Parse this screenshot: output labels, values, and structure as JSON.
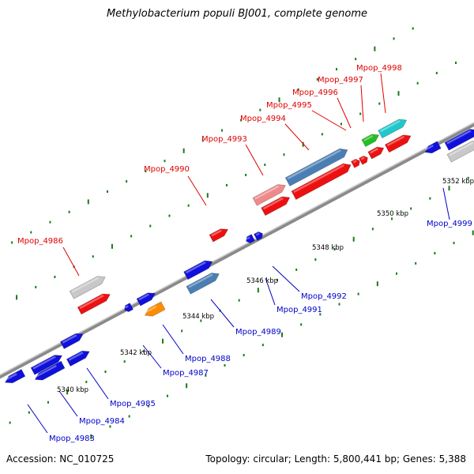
{
  "title": "Methylobacterium populi BJ001, complete genome",
  "footer": {
    "accession": "Accession: NC_010725",
    "topology": "Topology: circular; Length: 5,800,441 bp; Genes: 5,388"
  },
  "colors": {
    "backbone": "#8a8a8a",
    "ticks": "#1a7a1a",
    "label_top": "#e00000",
    "label_bottom": "#0000cc",
    "blue": "#1010dd",
    "red": "#ee1010",
    "gray": "#c8c8c8",
    "steel": "#4a7fb5",
    "pink": "#f08a8a",
    "orange": "#ff8c00",
    "green": "#22c022",
    "cyan": "#20c8cc"
  },
  "scale_labels": [
    "5340 kbp",
    "5342 kbp",
    "5344 kbp",
    "5346 kbp",
    "5348 kbp",
    "5350 kbp",
    "5352 kbp"
  ],
  "genes": [
    {
      "strand": "minus",
      "color": "blue"
    },
    {
      "strand": "minus",
      "color": "blue"
    },
    {
      "strand": "plus",
      "color": "blue"
    },
    {
      "strand": "plus",
      "color": "blue"
    },
    {
      "strand": "plus",
      "color": "blue"
    },
    {
      "strand": "plus",
      "color": "gray"
    },
    {
      "strand": "plus",
      "color": "red"
    },
    {
      "strand": "minus",
      "color": "blue"
    },
    {
      "strand": "plus",
      "color": "blue"
    },
    {
      "strand": "minus",
      "color": "orange"
    },
    {
      "strand": "plus",
      "color": "blue"
    },
    {
      "strand": "plus",
      "color": "steel"
    },
    {
      "strand": "plus",
      "color": "red"
    },
    {
      "strand": "minus",
      "color": "blue"
    },
    {
      "strand": "plus",
      "color": "blue"
    },
    {
      "strand": "plus",
      "color": "pink"
    },
    {
      "strand": "plus",
      "color": "red"
    },
    {
      "strand": "plus",
      "color": "steel"
    },
    {
      "strand": "plus",
      "color": "red"
    },
    {
      "strand": "plus",
      "color": "red"
    },
    {
      "strand": "plus",
      "color": "red"
    },
    {
      "strand": "plus",
      "color": "red"
    },
    {
      "strand": "plus",
      "color": "green"
    },
    {
      "strand": "plus",
      "color": "cyan"
    },
    {
      "strand": "plus",
      "color": "red"
    },
    {
      "strand": "minus",
      "color": "blue"
    },
    {
      "strand": "plus",
      "color": "blue"
    },
    {
      "strand": "plus",
      "color": "gray"
    }
  ],
  "labels": [
    {
      "text": "Mpop_4986",
      "side": "top"
    },
    {
      "text": "Mpop_4990",
      "side": "top"
    },
    {
      "text": "Mpop_4993",
      "side": "top"
    },
    {
      "text": "Mpop_4994",
      "side": "top"
    },
    {
      "text": "Mpop_4995",
      "side": "top"
    },
    {
      "text": "Mpop_4996",
      "side": "top"
    },
    {
      "text": "Mpop_4997",
      "side": "top"
    },
    {
      "text": "Mpop_4998",
      "side": "top"
    },
    {
      "text": "Mpop_4983",
      "side": "bottom"
    },
    {
      "text": "Mpop_4984",
      "side": "bottom"
    },
    {
      "text": "Mpop_4985",
      "side": "bottom"
    },
    {
      "text": "Mpop_4987",
      "side": "bottom"
    },
    {
      "text": "Mpop_4988",
      "side": "bottom"
    },
    {
      "text": "Mpop_4989",
      "side": "bottom"
    },
    {
      "text": "Mpop_4991",
      "side": "bottom"
    },
    {
      "text": "Mpop_4992",
      "side": "bottom"
    },
    {
      "text": "Mpop_4999",
      "side": "bottom"
    }
  ]
}
